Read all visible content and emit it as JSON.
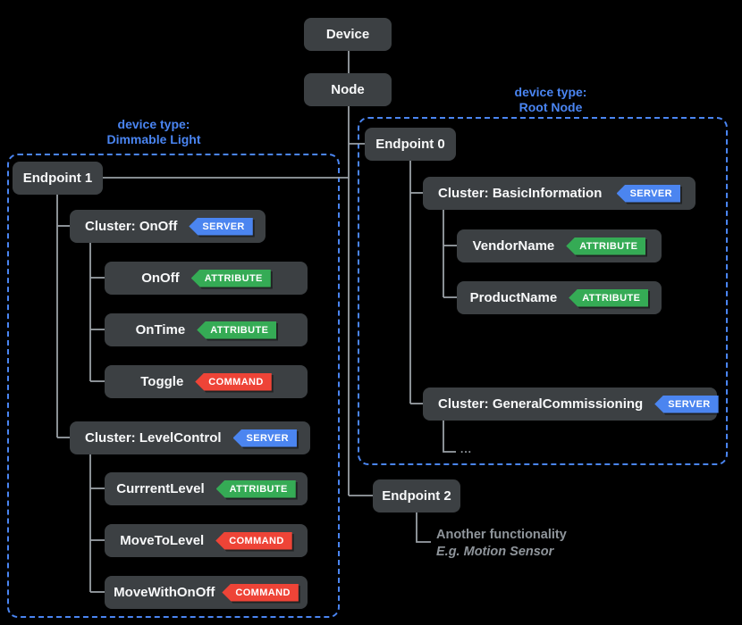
{
  "groups": {
    "dimmable": {
      "title_line1": "device type:",
      "title_line2": "Dimmable Light"
    },
    "root": {
      "title_line1": "device type:",
      "title_line2": "Root Node"
    }
  },
  "boxes": {
    "device": {
      "label": "Device"
    },
    "node": {
      "label": "Node"
    },
    "endpoint0": {
      "label": "Endpoint 0"
    },
    "basic_information": {
      "label": "Cluster: BasicInformation",
      "badge": "SERVER"
    },
    "vendor_name": {
      "label": "VendorName",
      "badge": "ATTRIBUTE"
    },
    "product_name": {
      "label": "ProductName",
      "badge": "ATTRIBUTE"
    },
    "general_commissioning": {
      "label": "Cluster: GeneralCommissioning",
      "badge": "SERVER"
    },
    "endpoint2": {
      "label": "Endpoint 2"
    },
    "endpoint1": {
      "label": "Endpoint 1"
    },
    "onoff_cluster": {
      "label": "Cluster: OnOff",
      "badge": "SERVER"
    },
    "onoff_attribute": {
      "label": "OnOff",
      "badge": "ATTRIBUTE"
    },
    "ontime_attribute": {
      "label": "OnTime",
      "badge": "ATTRIBUTE"
    },
    "toggle_command": {
      "label": "Toggle",
      "badge": "COMMAND"
    },
    "levelcontrol_cluster": {
      "label": "Cluster: LevelControl",
      "badge": "SERVER"
    },
    "currentlevel_attribute": {
      "label": "CurrrentLevel",
      "badge": "ATTRIBUTE"
    },
    "movetolevel_command": {
      "label": "MoveToLevel",
      "badge": "COMMAND"
    },
    "movewithonoff_command": {
      "label": "MoveWithOnOff",
      "badge": "COMMAND"
    }
  },
  "ellipsis": "...",
  "annotation": {
    "line1": "Another functionality",
    "line2": "E.g. Motion Sensor"
  },
  "colors": {
    "background": "#000000",
    "box_fill": "#3c4043",
    "box_text": "#f8f9fa",
    "connector": "#9aa0a6",
    "accent_blue": "#4a85f2",
    "badge_server": "#4b85f0",
    "badge_attribute": "#35ab55",
    "badge_command": "#ee4437"
  }
}
